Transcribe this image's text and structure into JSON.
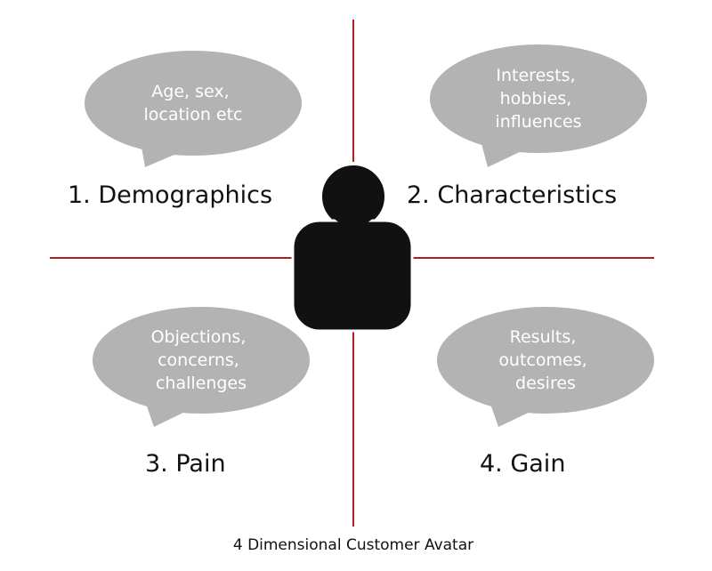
{
  "colors": {
    "axis": "#b01e23",
    "bubble": "#b3b3b3",
    "bubble_text": "#ffffff",
    "avatar": "#111111",
    "label_text": "#111111"
  },
  "quadrants": [
    {
      "label": "1. Demographics",
      "bubble_lines": [
        "Age, sex,",
        "location etc"
      ]
    },
    {
      "label": "2. Characteristics",
      "bubble_lines": [
        "Interests,",
        "hobbies,",
        "influences"
      ]
    },
    {
      "label": "3. Pain",
      "bubble_lines": [
        "Objections,",
        "concerns,",
        "challenges"
      ]
    },
    {
      "label": "4. Gain",
      "bubble_lines": [
        "Results,",
        "outcomes,",
        "desires"
      ]
    }
  ],
  "caption": "4 Dimensional Customer Avatar",
  "avatar_icon": "person-silhouette-icon"
}
